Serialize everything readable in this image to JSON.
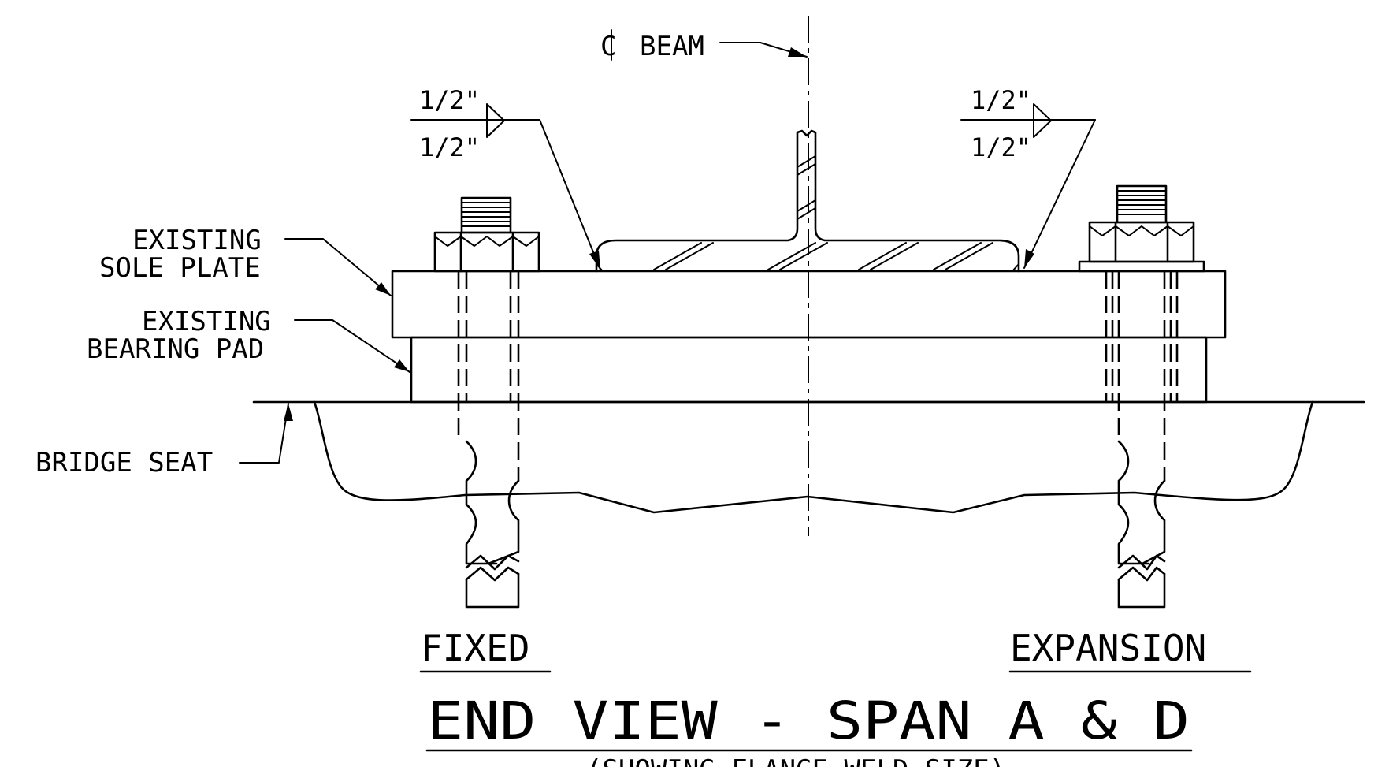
{
  "labels": {
    "centerline_beam": "BEAM",
    "weld_left_top": "1/2\"",
    "weld_left_bottom": "1/2\"",
    "weld_right_top": "1/2\"",
    "weld_right_bottom": "1/2\"",
    "sole_plate_line1": "EXISTING",
    "sole_plate_line2": "SOLE PLATE",
    "bearing_pad_line1": "EXISTING",
    "bearing_pad_line2": "BEARING PAD",
    "bridge_seat": "BRIDGE SEAT",
    "fixed": "FIXED",
    "expansion": "EXPANSION",
    "title": "END VIEW - SPAN A & D",
    "subtitle": "(SHOWING FLANGE WELD SIZE)"
  },
  "icons": {
    "centerline_symbol": "centerline-symbol-icon",
    "weld_symbol": "fillet-weld-symbol-icon"
  }
}
